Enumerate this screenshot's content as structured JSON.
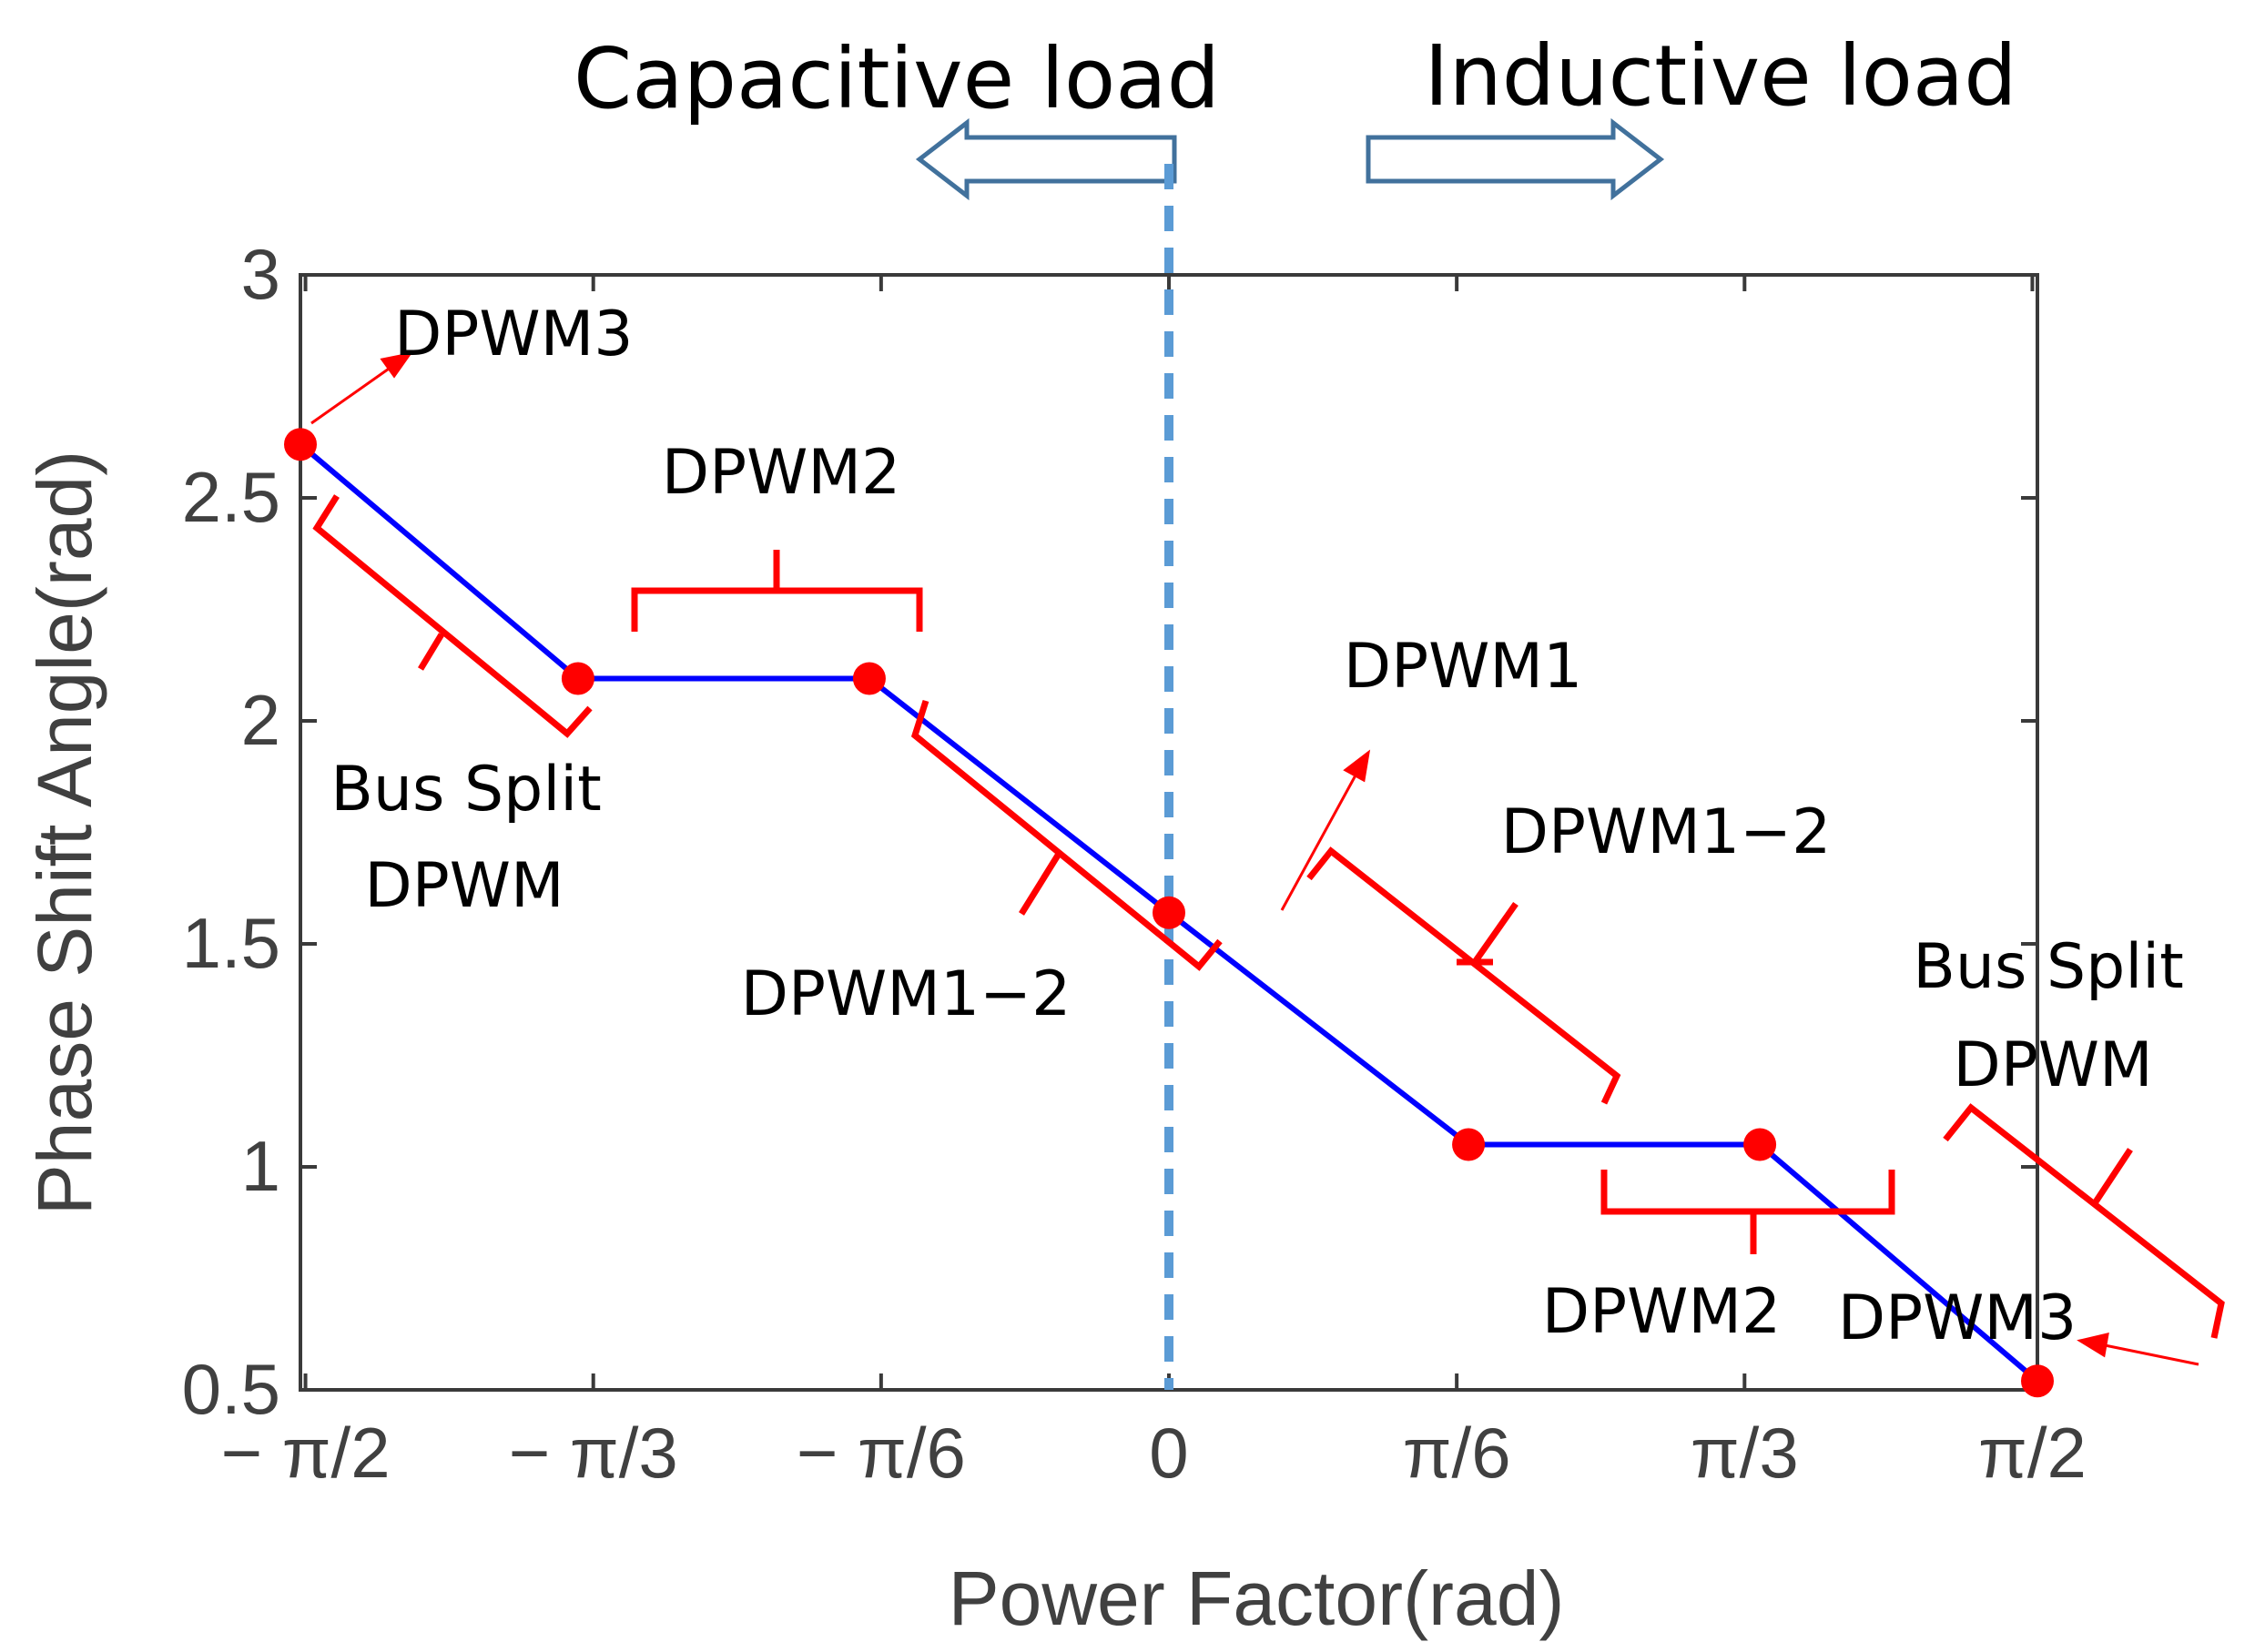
{
  "header": {
    "left_label": "Capacitive load",
    "right_label": "Inductive load"
  },
  "chart_data": {
    "type": "line",
    "xlabel": "Power Factor(rad)",
    "ylabel": "Phase Shift Angle(rad)",
    "xlim": [
      -1.58,
      1.58
    ],
    "ylim": [
      0.5,
      3.0
    ],
    "x_ticks": [
      -1.5708,
      -1.0472,
      -0.5236,
      0,
      0.5236,
      1.0472,
      1.5708
    ],
    "x_tick_labels": [
      "− π/2",
      "− π/3",
      "− π/6",
      "0",
      "π/6",
      "π/3",
      "π/2"
    ],
    "y_ticks": [
      0.5,
      1.0,
      1.5,
      2.0,
      2.5,
      3.0
    ],
    "y_tick_labels": [
      "0.5",
      "1",
      "1.5",
      "2",
      "2.5",
      "3"
    ],
    "grid": false,
    "series": [
      {
        "color": "#0000ff",
        "x": [
          -1.58,
          -1.075,
          -0.545,
          0.0,
          0.545,
          1.075,
          1.58
        ],
        "y": [
          2.62,
          2.095,
          2.095,
          1.57,
          1.05,
          1.05,
          0.52
        ]
      }
    ],
    "markers": {
      "color": "#ff0000",
      "x": [
        -1.58,
        -1.075,
        -0.545,
        0.0,
        0.545,
        1.075,
        1.58
      ],
      "y": [
        2.62,
        2.095,
        2.095,
        1.57,
        1.05,
        1.05,
        0.52
      ]
    },
    "reference_line": {
      "x": 0,
      "color": "#5b9bd5",
      "style": "dashed"
    },
    "annotations": [
      {
        "text": "DPWM3"
      },
      {
        "text": "DPWM2"
      },
      {
        "text": "Bus Split"
      },
      {
        "text": "DPWM"
      },
      {
        "text": "DPWM1"
      },
      {
        "text": "DPWM1−2"
      },
      {
        "text": "DPWM1−2"
      },
      {
        "text": "Bus Split"
      },
      {
        "text": "DPWM"
      },
      {
        "text": "DPWM2"
      },
      {
        "text": "DPWM3"
      }
    ],
    "colors": {
      "line": "#0000ff",
      "marker": "#ff0000",
      "bracket": "#ff0000",
      "divider": "#5b9bd5",
      "arrow_stroke": "#41719c"
    }
  }
}
